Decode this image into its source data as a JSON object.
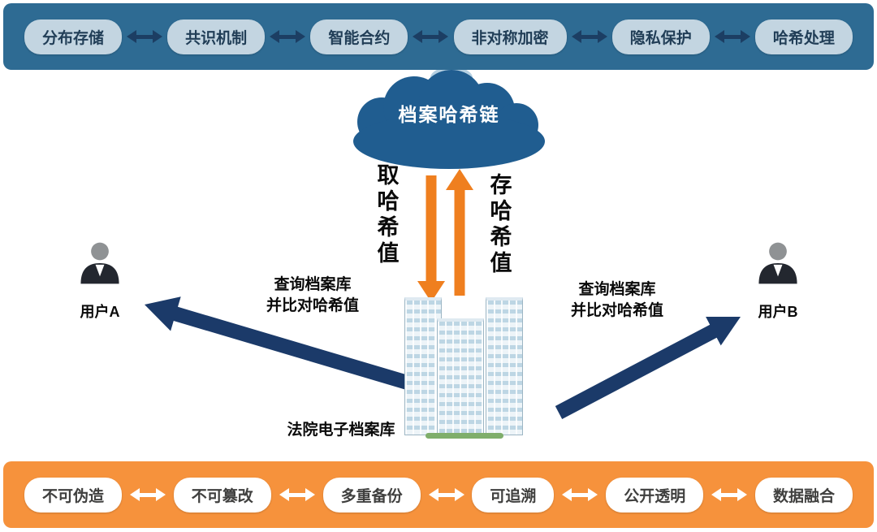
{
  "top_banner": {
    "items": [
      "分布存储",
      "共识机制",
      "智能合约",
      "非对称加密",
      "隐私保护",
      "哈希处理"
    ]
  },
  "cloud": {
    "label": "档案哈希链"
  },
  "flows": {
    "fetch_label": "取哈希值",
    "store_label": "存哈希值"
  },
  "queries": {
    "left_line1": "查询档案库",
    "left_line2": "并比对哈希值",
    "right_line1": "查询档案库",
    "right_line2": "并比对哈希值"
  },
  "archive": {
    "label": "法院电子档案库"
  },
  "users": {
    "a": "用户A",
    "b": "用户B"
  },
  "bottom_banner": {
    "items": [
      "不可伪造",
      "不可篡改",
      "多重备份",
      "可追溯",
      "公开透明",
      "数据融合"
    ]
  },
  "colors": {
    "top_banner": "#2e6b93",
    "top_pill": "#c3d5e1",
    "bottom_banner": "#f6923c",
    "bottom_pill": "#ffffff",
    "cloud": "#205d90",
    "orange_arrow": "#ef7f1f",
    "navy_arrow": "#1b3a69"
  }
}
